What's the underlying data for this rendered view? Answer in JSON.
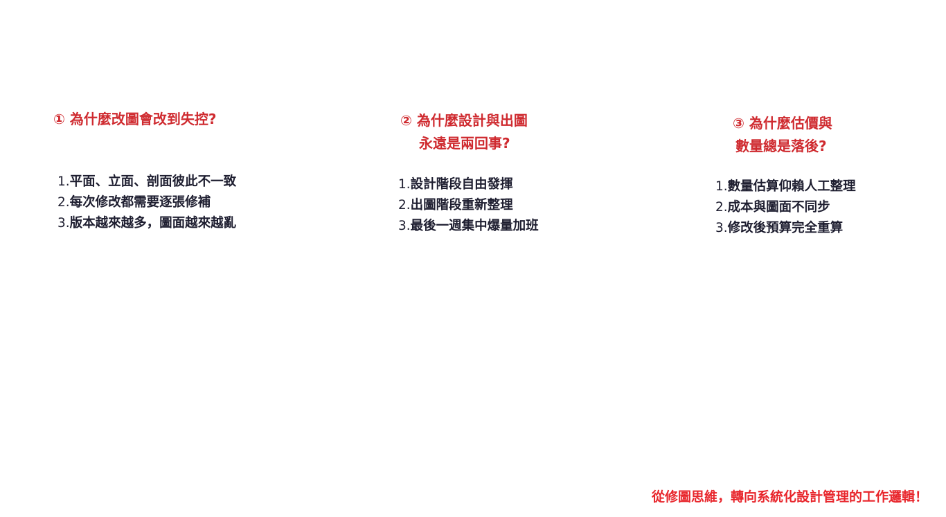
{
  "sections": [
    {
      "title_lines": [
        "① 為什麼改圖會改到失控?"
      ],
      "items": [
        {
          "num": "1.",
          "text": "平面、立面、剖面彼此不一致"
        },
        {
          "num": "2.",
          "text": "每次修改都需要逐張修補"
        },
        {
          "num": "3.",
          "text": "版本越來越多，圖面越來越亂"
        }
      ]
    },
    {
      "title_lines": [
        "② 為什麼設計與出圖",
        "永遠是兩回事?"
      ],
      "items": [
        {
          "num": "1.",
          "text": "設計階段自由發揮"
        },
        {
          "num": "2.",
          "text": "出圖階段重新整理"
        },
        {
          "num": "3.",
          "text": "最後一週集中爆量加班"
        }
      ]
    },
    {
      "title_lines": [
        "③ 為什麼估價與",
        "數量總是落後?"
      ],
      "items": [
        {
          "num": "1.",
          "text": "數量估算仰賴人工整理"
        },
        {
          "num": "2.",
          "text": "成本與圖面不同步"
        },
        {
          "num": "3.",
          "text": "修改後預算完全重算"
        }
      ]
    }
  ],
  "footer": "從修圖思維，轉向系統化設計管理的工作邏輯！",
  "colors": {
    "heading": "#cf2a2f",
    "footer": "#e8262c",
    "text": "#1e1e30"
  }
}
